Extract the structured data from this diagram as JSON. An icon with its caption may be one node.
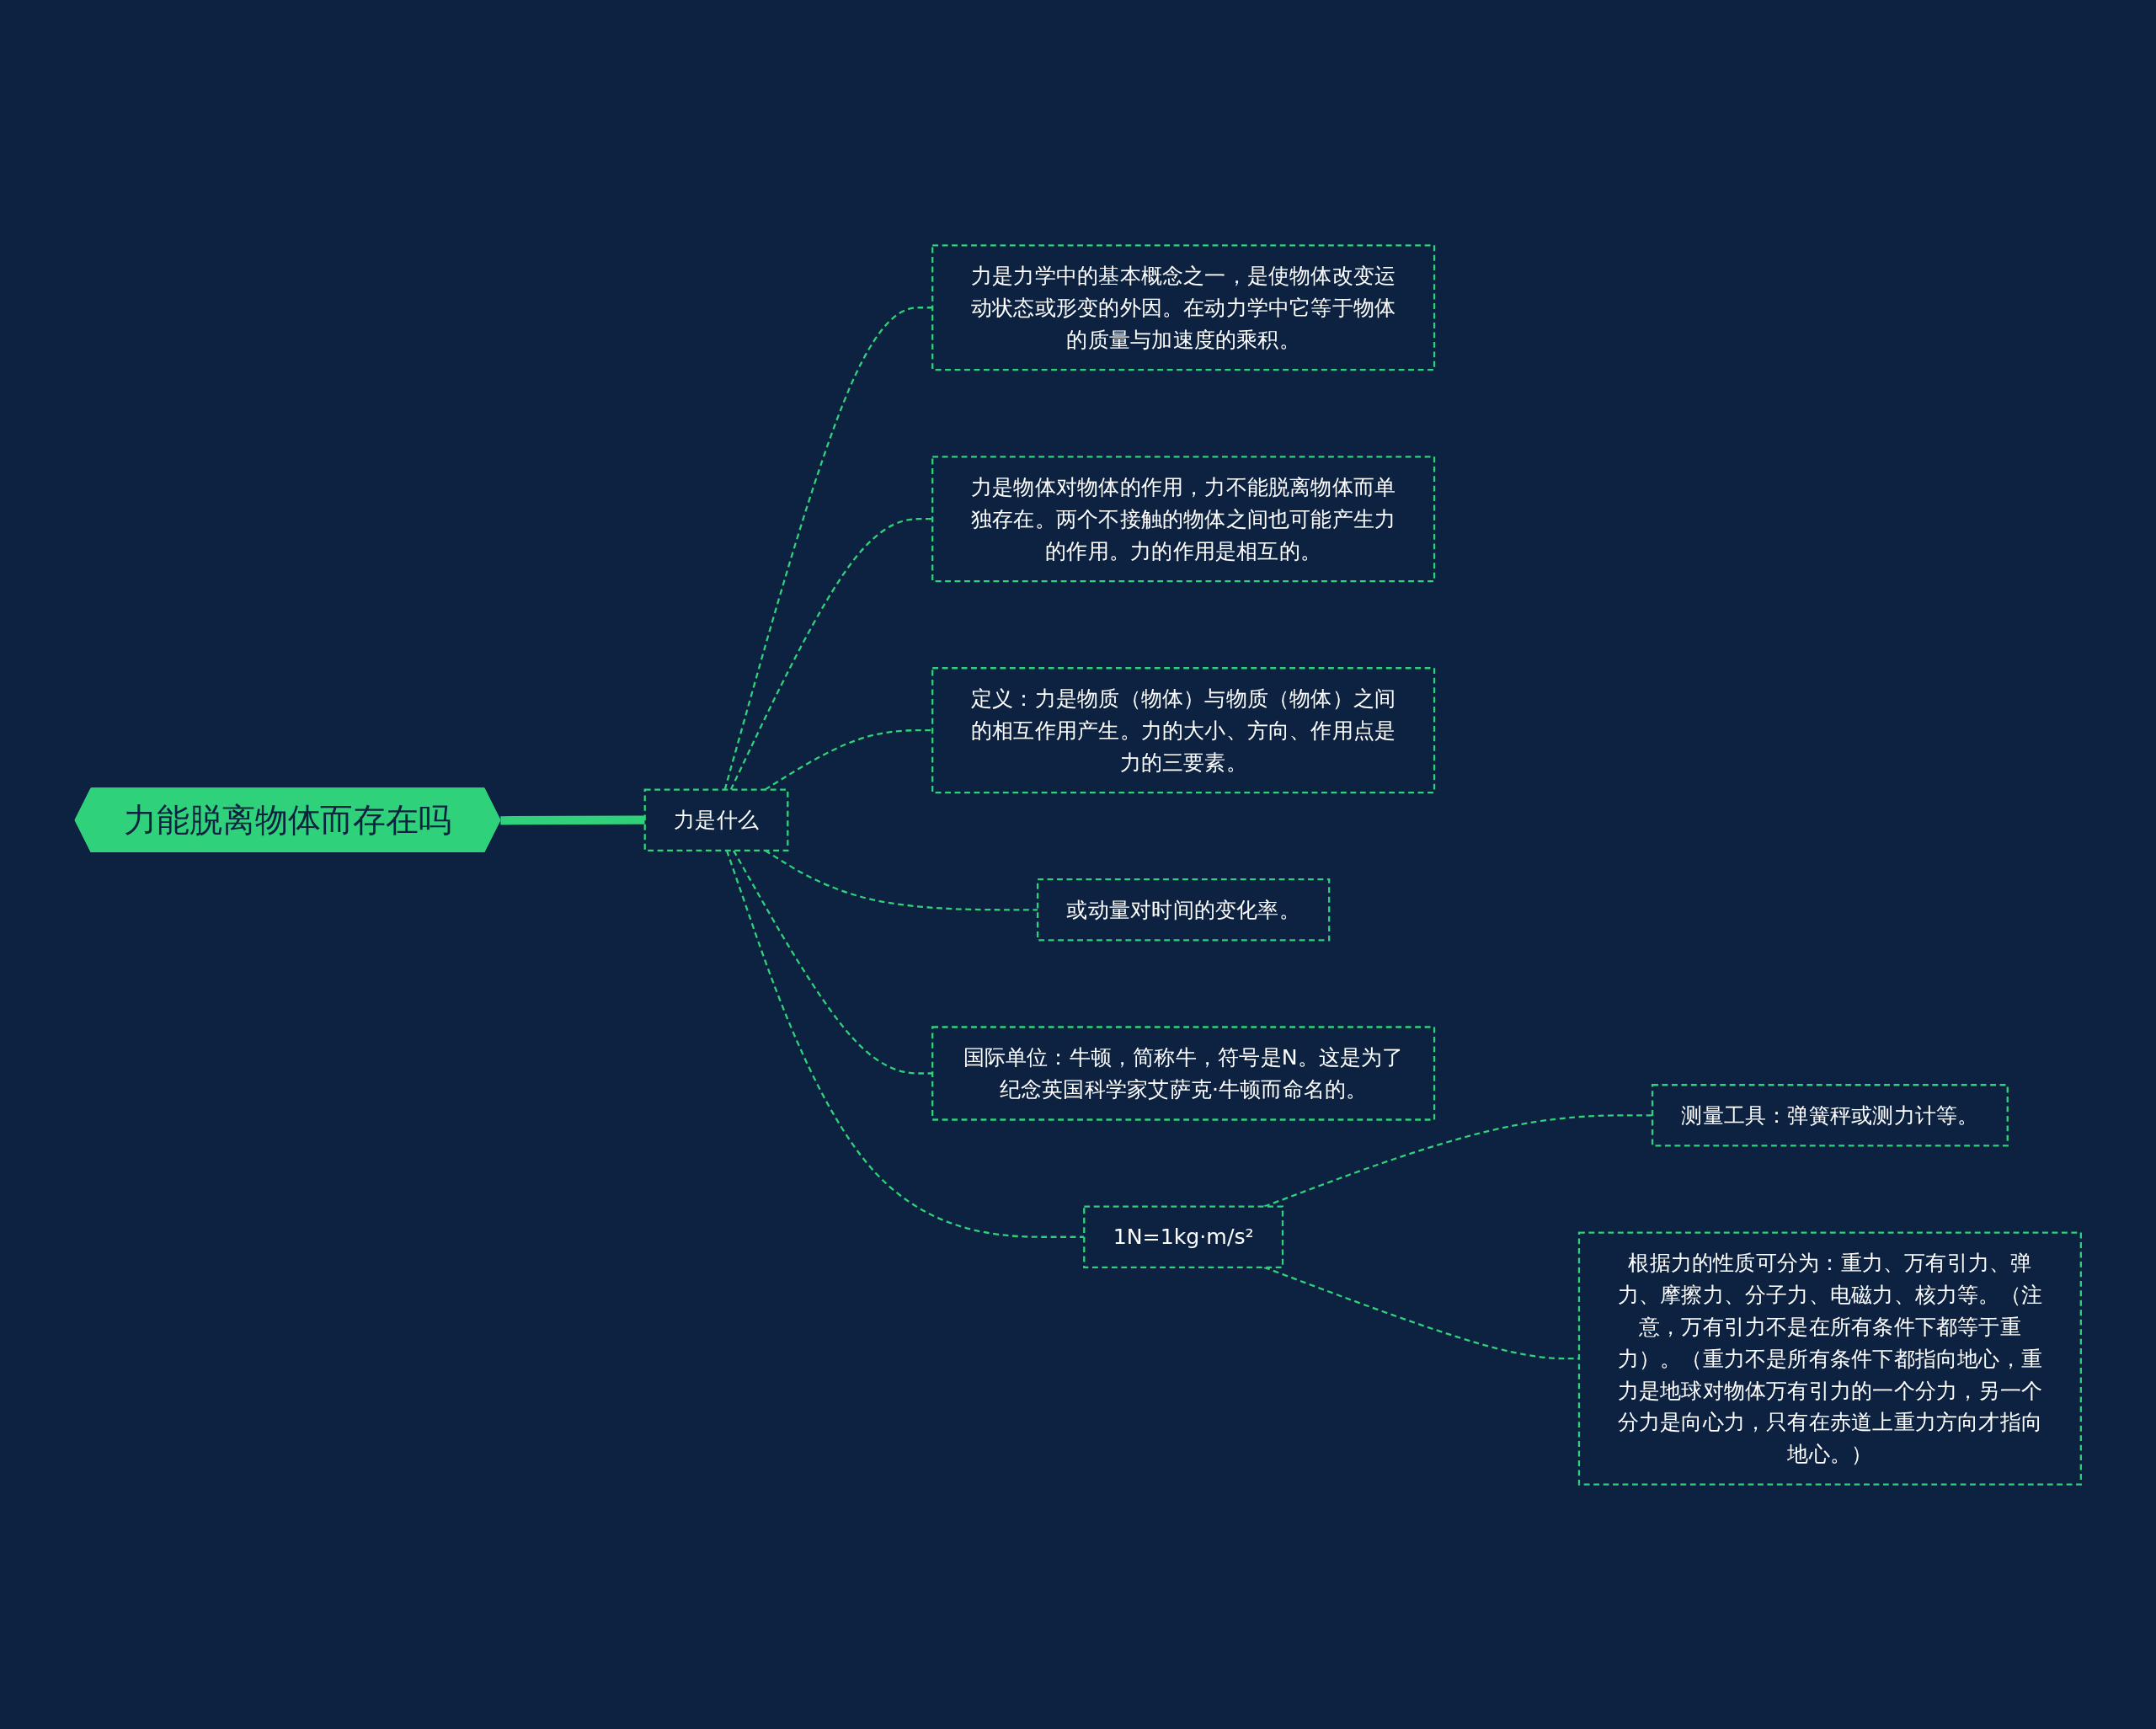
{
  "diagram": {
    "nodes": [
      {
        "text": [
          "力能脱离物体而存在吗"
        ]
      },
      {
        "text": [
          "力是什么"
        ]
      },
      {
        "text": [
          "力是力学中的基本概念之一，是使物体改变运动状态或形变的外因。在动力学中它等于物体的质量与加速度的乘积。"
        ]
      },
      {
        "text": [
          "力是物体对物体的作用，力不能脱离物体而单独存在。两个不接触的物体之间也可能产生力的作用。力的作用是相互的。"
        ]
      },
      {
        "text": [
          "定义：力是物质（物体）与物质（物体）之间的相互作用产生。力的大小、方向、作用点是力的三要素。"
        ]
      },
      {
        "text": [
          "或动量对时间的变化率。"
        ]
      },
      {
        "text": [
          "国际单位：牛顿，简称牛，符号是N。这是为了纪念英国科学家艾萨克·牛顿而命名的。"
        ]
      },
      {
        "text": [
          "1N=1kg·m/s²"
        ]
      },
      {
        "text": [
          "测量工具：弹簧秤或测力计等。"
        ]
      },
      {
        "text": [
          "根据力的性质可分为：重力、万有引力、弹力、摩擦力、分子力、电磁力、核力等。（注意，万有引力不是在所有条件下都等于重力）。（重力不是所有条件下都指向地心，重力是地球对物体万有引力的一个分力，另一个分力是向心力，只有在赤道上重力方向才指向地心。）"
        ]
      }
    ],
    "edges": [
      {
        "from": 0,
        "to": 1,
        "arrow": "none",
        "style": "thick"
      },
      {
        "from": 1,
        "to": 2,
        "arrow": "none",
        "style": "dashed"
      },
      {
        "from": 1,
        "to": 3,
        "arrow": "none",
        "style": "dashed"
      },
      {
        "from": 1,
        "to": 4,
        "arrow": "none",
        "style": "dashed"
      },
      {
        "from": 1,
        "to": 5,
        "arrow": "none",
        "style": "dashed"
      },
      {
        "from": 1,
        "to": 6,
        "arrow": "none",
        "style": "dashed"
      },
      {
        "from": 1,
        "to": 7,
        "arrow": "none",
        "style": "dashed"
      },
      {
        "from": 7,
        "to": 8,
        "arrow": "none",
        "style": "dashed"
      },
      {
        "from": 7,
        "to": 9,
        "arrow": "none",
        "style": "dashed"
      }
    ]
  }
}
